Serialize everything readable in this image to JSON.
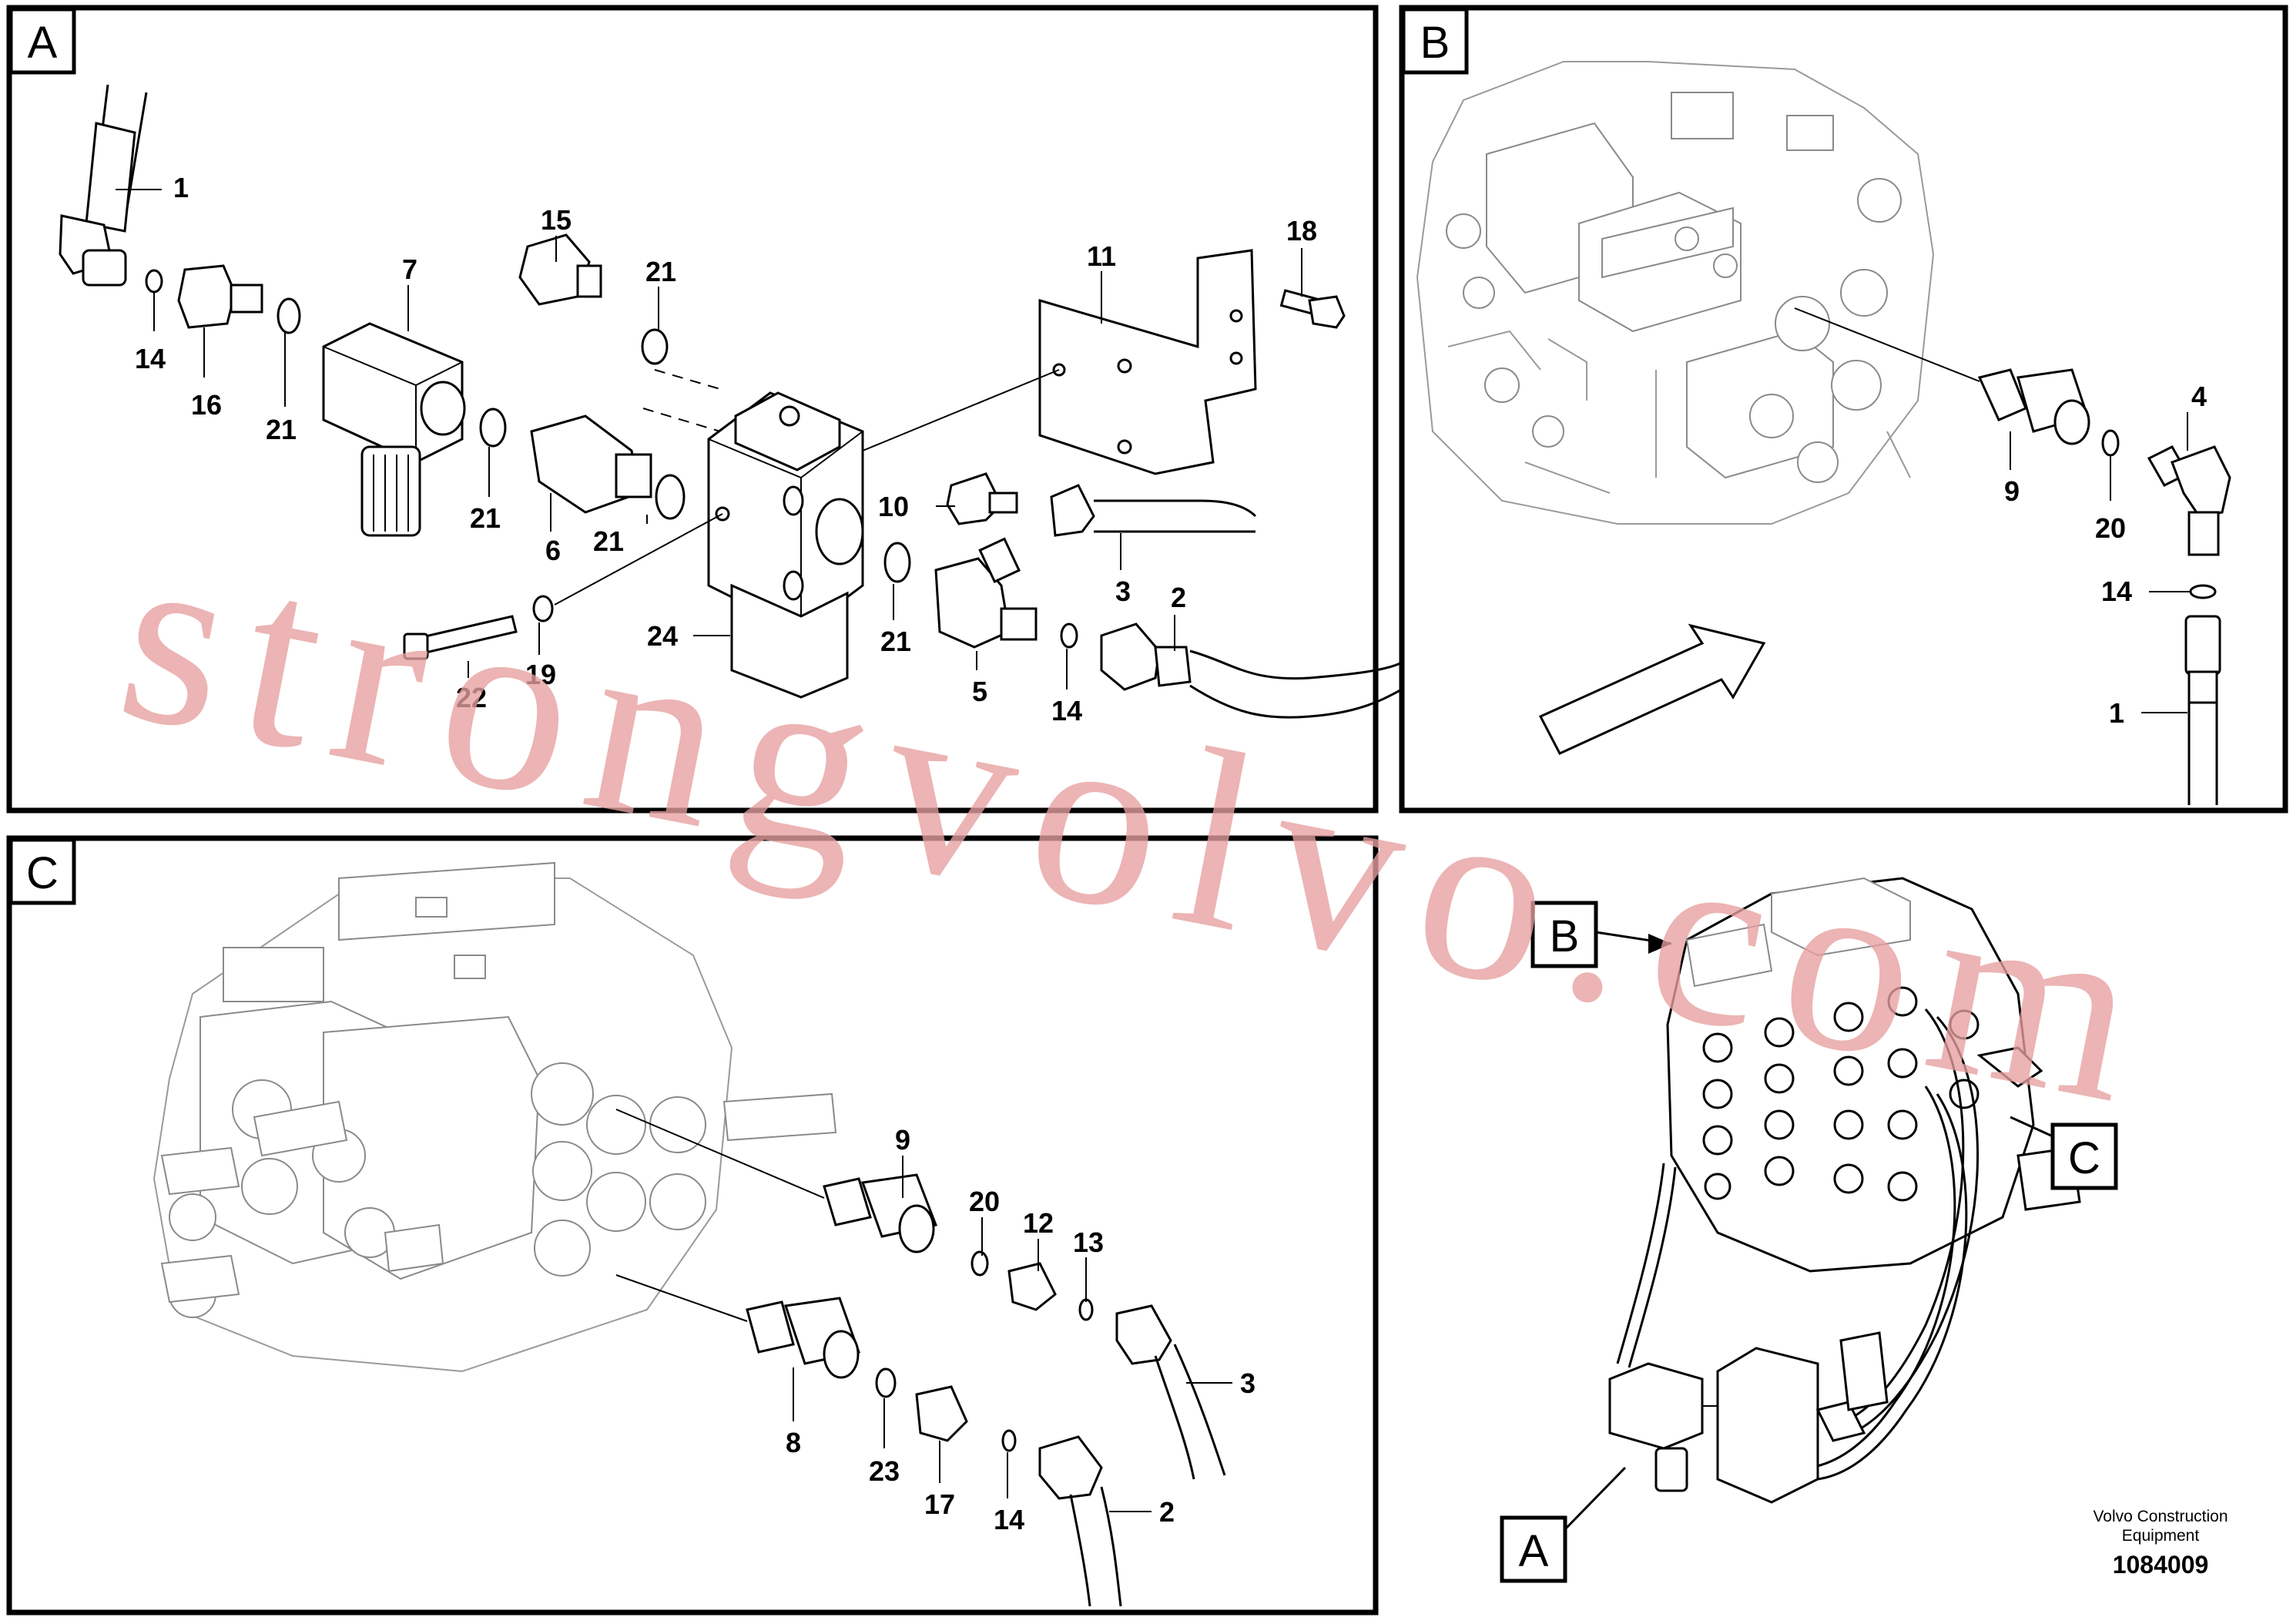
{
  "panels": {
    "A": {
      "label": "A",
      "parts": {
        "p1": "1",
        "p14": "14",
        "p16": "16",
        "p21a": "21",
        "p7": "7",
        "p15": "15",
        "p21b": "21",
        "p11": "11",
        "p18": "18",
        "p21c": "21",
        "p6": "6",
        "p21d": "21",
        "p10": "10",
        "p3": "3",
        "p2": "2",
        "p22": "22",
        "p19": "19",
        "p24": "24",
        "p21e": "21",
        "p5": "5",
        "p14b": "14"
      }
    },
    "B": {
      "label": "B",
      "parts": {
        "p4": "4",
        "p9": "9",
        "p20": "20",
        "p14": "14",
        "p1": "1"
      }
    },
    "C": {
      "label": "C",
      "parts": {
        "p9": "9",
        "p20": "20",
        "p12": "12",
        "p13": "13",
        "p3": "3",
        "p8": "8",
        "p23": "23",
        "p17": "17",
        "p14": "14",
        "p2": "2"
      }
    },
    "overview": {
      "labelB": "B",
      "labelC": "C",
      "labelA": "A"
    }
  },
  "watermark": "strongvolvo.com",
  "footer": {
    "line1": "Volvo Construction",
    "line2": "Equipment",
    "doc_number": "1084009"
  }
}
